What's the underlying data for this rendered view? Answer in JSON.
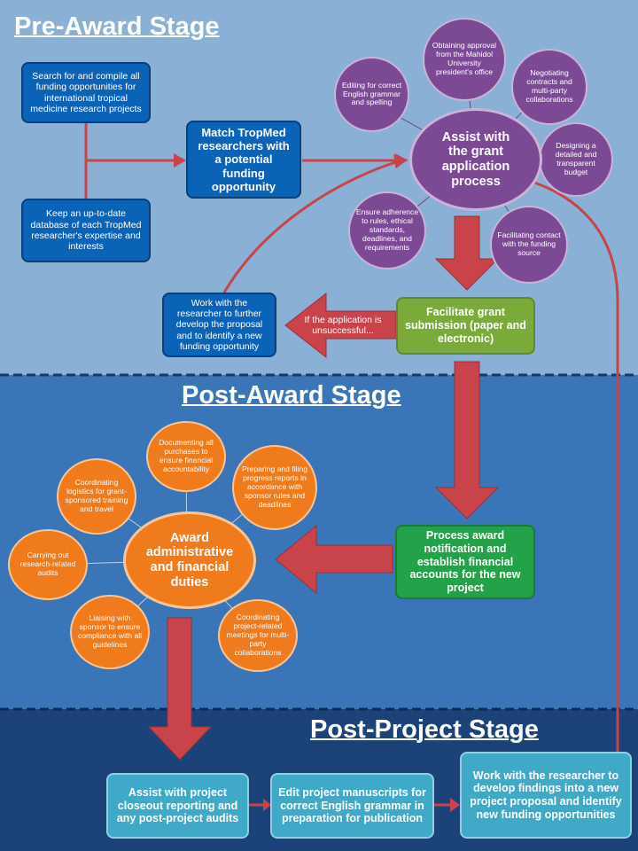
{
  "colors": {
    "pre_award_bg": "#8ab0d6",
    "post_award_bg": "#3a76b7",
    "post_project_bg": "#1c4379",
    "arrow": "#c8434a",
    "purple": "#7c4a95",
    "orange": "#ef7b1c",
    "green": "#7aaa3a",
    "dark_green": "#24a24a",
    "teal": "#41a9c8",
    "blue": "#0a63b6"
  },
  "pre_award": {
    "title": "Pre-Award Stage",
    "search_box": "Search for and compile all funding opportunities for international tropical medicine research projects",
    "database_box": "Keep an up-to-date database of each TropMed researcher's expertise and interests",
    "match_box": "Match TropMed researchers with a potential funding opportunity",
    "hub": "Assist with the grant application process",
    "satellites": {
      "editing": "Editing for correct English grammar and spelling",
      "approval": "Obtaining approval from the Mahidol University president's office",
      "negotiating": "Negotiating contracts and multi-party collaborations",
      "budget": "Designing a detailed and transparent budget",
      "contact": "Facilitating contact with the funding source",
      "adherence": "Ensure adherence to rules, ethical standards, deadlines, and requirements"
    },
    "submission_box": "Facilitate grant submission (paper and electronic)",
    "unsuccessful_label": "If the application is unsuccessful...",
    "rework_box": "Work with the researcher to further develop the proposal and to identify a new funding opportunity"
  },
  "post_award": {
    "title": "Post-Award Stage",
    "process_box": "Process award notification and establish financial accounts for the new project",
    "hub": "Award administrative and financial duties",
    "satellites": {
      "documenting": "Documenting all purchases to ensure financial accountability",
      "progress": "Preparing and filing progress reports in accordance with sponsor rules and deadlines",
      "coordinating_logistics": "Coordinating logistics for grant-sponsored training and travel",
      "audits": "Carrying out research-related audits",
      "liaising": "Liaising with sponsor to ensure compliance with all guidelines",
      "meetings": "Coordinating project-related meetings for multi-party collaborations"
    }
  },
  "post_project": {
    "title": "Post-Project Stage",
    "closeout_box": "Assist with project closeout reporting and any post-project audits",
    "manuscripts_box": "Edit project manuscripts for correct English grammar in preparation for publication",
    "findings_box": "Work with the researcher to develop findings into a new project proposal and identify new funding opportunities"
  }
}
